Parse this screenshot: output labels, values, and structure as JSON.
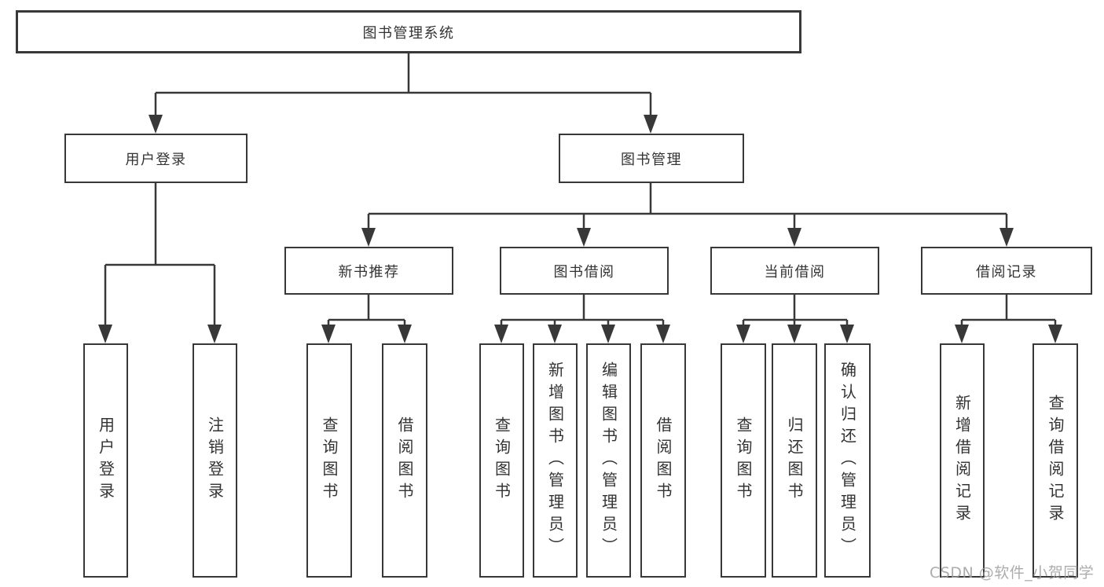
{
  "tree": {
    "root": {
      "label": "图书管理系统"
    },
    "level2": [
      {
        "label": "用户登录",
        "children": [
          "用户登录",
          "注销登录"
        ]
      },
      {
        "label": "图书管理"
      }
    ],
    "level3": [
      {
        "label": "新书推荐",
        "children": [
          "查询图书",
          "借阅图书"
        ]
      },
      {
        "label": "图书借阅",
        "children": [
          "查询图书",
          "新增图书（管理员）",
          "编辑图书（管理员）",
          "借阅图书"
        ]
      },
      {
        "label": "当前借阅",
        "children": [
          "查询图书",
          "归还图书",
          "确认归还（管理员）"
        ]
      },
      {
        "label": "借阅记录",
        "children": [
          "新增借阅记录",
          "查询借阅记录"
        ]
      }
    ]
  },
  "watermark": "CSDN @软件_小贺同学",
  "colors": {
    "line": "#383838",
    "text": "#333333",
    "background": "#ffffff",
    "watermark": "#9e9e9e"
  }
}
